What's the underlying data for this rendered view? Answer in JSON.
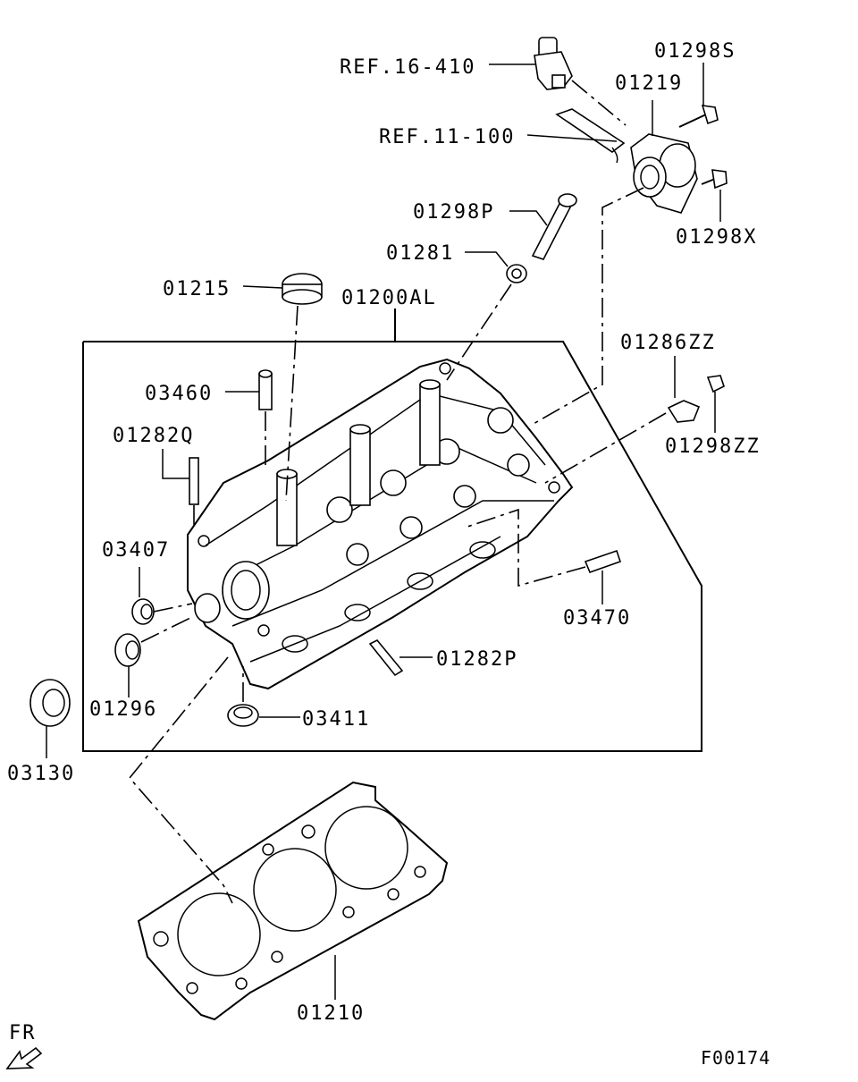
{
  "callouts": {
    "ref_16_410": "REF.16-410",
    "ref_11_100": "REF.11-100",
    "p01298S": "01298S",
    "p01219": "01219",
    "p01298X": "01298X",
    "p01298P": "01298P",
    "p01281": "01281",
    "p01215": "01215",
    "p01200AL": "01200AL",
    "p01286ZZ": "01286ZZ",
    "p01298ZZ": "01298ZZ",
    "p03460": "03460",
    "p01282Q": "01282Q",
    "p03407": "03407",
    "p03470": "03470",
    "p01282P": "01282P",
    "p01296": "01296",
    "p03411": "03411",
    "p03130": "03130",
    "p01210": "01210"
  },
  "direction_marker": "FR",
  "figure_code": "F00174",
  "icons": {
    "direction_arrow": "front-direction-arrow-icon"
  }
}
